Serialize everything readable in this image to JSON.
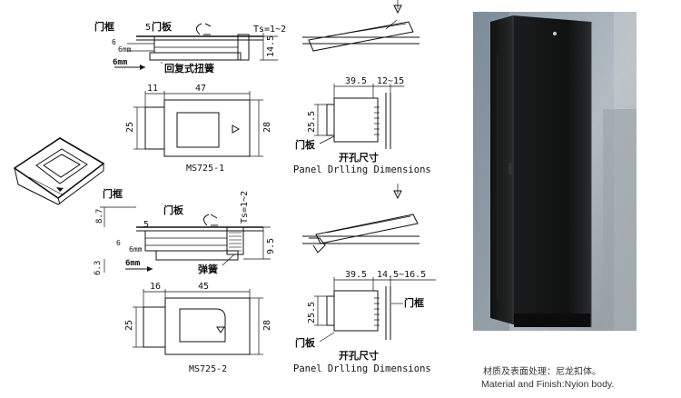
{
  "ms725_1": {
    "label_frame": "门框",
    "label_panel": "门板",
    "dim_5": "5",
    "dim_6": "6",
    "dim_6mm": "6mm",
    "dim_6mm_b": "6mm",
    "spring_label": "回复式扭簧",
    "ts_label": "Ts=1~2",
    "dim_14_5": "14.5",
    "dim_11": "11",
    "dim_47": "47",
    "dim_25": "25",
    "dim_28": "28",
    "model": "MS725-1",
    "cut_39_5": "39.5",
    "cut_12_15": "12~15",
    "cut_25_5": "25.5",
    "cut_panel_label": "门板",
    "cut_title_cn": "开孔尺寸",
    "cut_title_en": "Panel Drlling Dimensions"
  },
  "ms725_2": {
    "label_frame": "门框",
    "label_panel": "门板",
    "dim_8_7": "8.7",
    "dim_5": "5",
    "dim_6": "6",
    "dim_6mm": "6mm",
    "dim_6mm_b": "6mm",
    "dim_6_3": "6.3",
    "ts_label": "Ts=1~2",
    "dim_9_5": "9.5",
    "spring_label": "弹簧",
    "dim_16": "16",
    "dim_45": "45",
    "dim_25": "25",
    "dim_28": "28",
    "model": "MS725-2",
    "cut_39_5": "39.5",
    "cut_14_16": "14.5~16.5",
    "cut_25_5": "25.5",
    "cut_frame_label": "门框",
    "cut_panel_label": "门板",
    "cut_title_cn": "开孔尺寸",
    "cut_title_en": "Panel Drlling Dimensions"
  },
  "photo": {
    "caption_cn": "材质及表面处理：尼龙扣体。",
    "caption_en": "Material and Finish:Nyion body."
  }
}
